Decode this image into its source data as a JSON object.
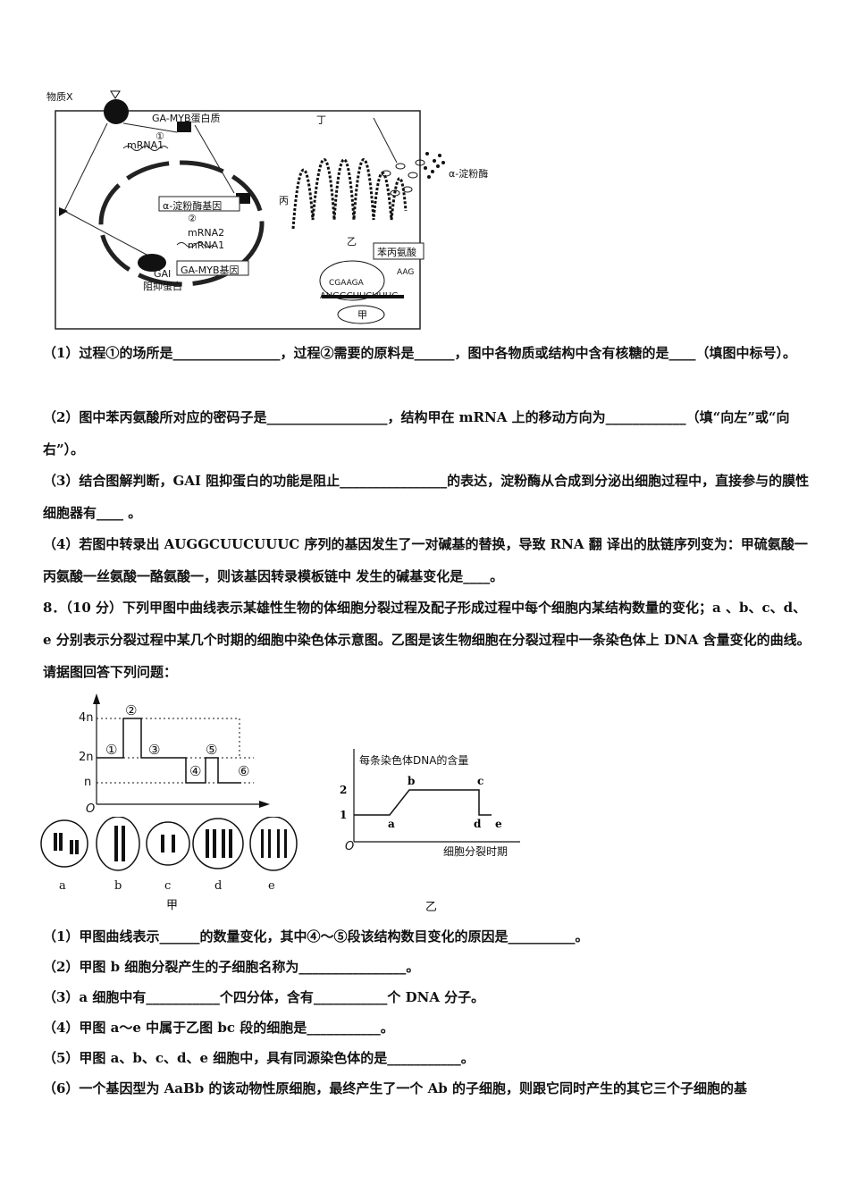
{
  "figure1": {
    "substance_x": "物质X",
    "ga_myb_protein": "GA-MYB蛋白质",
    "circle1": "①",
    "mrna1": "mRNA1",
    "amylase_gene": "α-淀粉酶基因",
    "circle2": "②",
    "mrna2": "mRNA2",
    "mrna1b": "mRNA1",
    "gai": "GAI",
    "gai_protein": "阻抑蛋白",
    "ga_myb_gene": "GA-MYB基因",
    "ding": "丁",
    "bing": "丙",
    "yi": "乙",
    "jia": "甲",
    "amylase": "α-淀粉酶",
    "phe": "苯丙氨酸",
    "aag": "AAG",
    "cgaaga": "CGAAGA",
    "mrna_seq": "AUGGCUUCUUUC"
  },
  "q7": {
    "p1": "（1）过程①的场所是________________，过程②需要的原料是______，图中各物质或结构中含有核糖的是____（填图中标号）。",
    "p2": "（2）图中苯丙氨酸所对应的密码子是__________________，结构甲在 mRNA 上的移动方向为____________（填“向左”或“向右”）。",
    "p3": "（3）结合图解判断，GAI 阻抑蛋白的功能是阻止________________的表达，淀粉酶从合成到分泌出细胞过程中，直接参与的膜性细胞器有____ 。",
    "p4": "（4）若图中转录出 AUGGCUUCUUUC 序列的基因发生了一对碱基的替换，导致 RNA 翻 译出的肽链序列变为：甲硫氨酸一丙氨酸一丝氨酸一酪氨酸一，则该基因转录模板链中 发生的碱基变化是____。"
  },
  "q8": {
    "intro": "8．（10 分）下列甲图中曲线表示某雄性生物的体细胞分裂过程及配子形成过程中每个细胞内某结构数量的变化；a 、b、c、d、e 分别表示分裂过程中某几个时期的细胞中染色体示意图。乙图是该生物细胞在分裂过程中一条染色体上 DNA 含量变化的曲线。请据图回答下列问题：",
    "s1": "（1）甲图曲线表示______的数量变化，其中④～⑤段该结构数目变化的原因是__________。",
    "s2": "（2）甲图 b 细胞分裂产生的子细胞名称为________________。",
    "s3": "（3）a 细胞中有___________个四分体，含有___________个 DNA 分子。",
    "s4": "（4）甲图 a～e 中属于乙图 bc 段的细胞是___________。",
    "s5": "（5）甲图 a、b、c、d、e 细胞中，具有同源染色体的是___________。",
    "s6": "（6）一个基因型为 AaBb 的该动物性原细胞，最终产生了一个 Ab 的子细胞，则跟它同时产生的其它三个子细胞的基"
  },
  "chart_jia": {
    "y_labels": [
      "4n",
      "2n",
      "n"
    ],
    "origin": "O",
    "segments": [
      "①",
      "②",
      "③",
      "④",
      "⑤",
      "⑥"
    ],
    "cells": [
      "a",
      "b",
      "c",
      "d",
      "e"
    ],
    "caption": "甲"
  },
  "chart_data": {
    "type": "line",
    "title": "每条染色体DNA的含量",
    "xlabel": "细胞分裂时期",
    "ylabel": "",
    "y_ticks": [
      1,
      2
    ],
    "origin": "O",
    "points": [
      {
        "label": "",
        "y": 1
      },
      {
        "label": "a",
        "y": 1
      },
      {
        "label": "b",
        "y": 2
      },
      {
        "label": "c",
        "y": 2
      },
      {
        "label": "d",
        "y": 1
      },
      {
        "label": "e",
        "y": 1
      }
    ],
    "caption": "乙"
  }
}
